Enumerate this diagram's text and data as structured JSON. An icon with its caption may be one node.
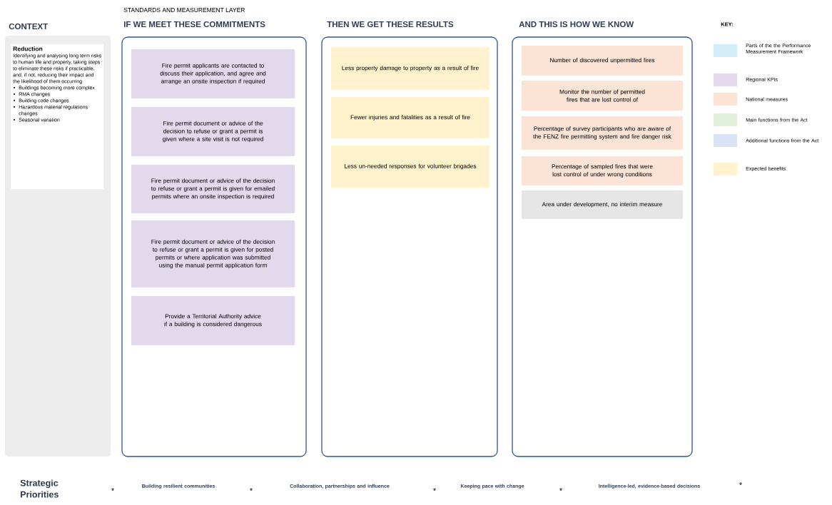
{
  "diagram": {
    "nodes": [
      {
        "text": [
          "CONTEXT"
        ]
      },
      {
        "text": [
          "Reduction",
          "Identifying and analysing long term risks to human life and property, taking steps to eliminate these risks if practicable, and, if not, reducing their impact and the likelihood of them occurring",
          "Buildings becoming more complex",
          "RMA changes",
          "Building code changes",
          "Hazardous material regulations changes",
          "Seasonal variation"
        ],
        "in": 0
      },
      {
        "text": [
          "IF WE MEET THESE COMMITMENTS"
        ]
      },
      {
        "text": [
          "Fire permit applicants are contacted to discuss their application, and agree and arrange an onsite inspection if required"
        ],
        "in": 2
      },
      {
        "text": [
          "Fire permit document or advice of the decision to refuse or grant a permit is given where a site visit is not required"
        ],
        "in": 2
      },
      {
        "text": [
          "Fire permit document or advice of the decision to refuse or grant a permit is given for emailed permits where an onsite inspection is required"
        ],
        "in": 2
      },
      {
        "text": [
          "Fire permit document or advice of the decision to refuse or grant a permit is given for posted permits or where application was submitted using the manual permit application form"
        ],
        "in": 2
      },
      {
        "text": [
          "Provide a Territorial Authority advice if a building is considered dangerous"
        ],
        "in": 2
      },
      {
        "text": [
          "THEN WE GET THESE RESULTS"
        ]
      },
      {
        "text": [
          "Less property damage to property as a result of fire"
        ],
        "in": 8
      },
      {
        "text": [
          "Fewer injuries and fatalities as a result of fire"
        ],
        "in": 8
      },
      {
        "text": [
          "Less un-needed responses for volunteer brigades"
        ],
        "in": 8
      },
      {
        "text": [
          "AND THIS IS HOW WE KNOW"
        ]
      },
      {
        "text": [
          "Number of discovered unpermitted fires"
        ],
        "in": 12
      },
      {
        "text": [
          "Monitor the number of permitted fires that are lost control of"
        ],
        "in": 12
      },
      {
        "text": [
          "Percentage of survey participants who are aware of the FENZ fire permitting system and fire danger risk"
        ],
        "in": 12
      },
      {
        "text": [
          "Percentage of sampled fires that were lost control of under wrong conditions"
        ],
        "in": 12
      },
      {
        "text": [
          "Area under development, no interim measure"
        ],
        "in": 12
      }
    ],
    "labels": [
      "STANDARDS AND MEASUREMENT LAYER",
      "KEY:",
      "Strategic Priorities",
      "*",
      "Building resilient communities",
      "*",
      "Collaboration, partnerships and influence",
      "*",
      "Keeping pace with change",
      "*",
      "Intelligence-led, evidence-based decisions",
      "*"
    ],
    "legend": [
      {
        "text": "Parts of the the Performance Measurement Framework",
        "color": "#d4eef9"
      },
      {
        "text": "Regional KPIs",
        "color": "#e2d9ec"
      },
      {
        "text": "National measures",
        "color": "#fbe3d6"
      },
      {
        "text": "Main functions from the Act",
        "color": "#e2efda"
      },
      {
        "text": "Additional functions from the Act",
        "color": "#dae3f3"
      },
      {
        "text": "Expected benefits",
        "color": "#fff2cc"
      }
    ]
  }
}
